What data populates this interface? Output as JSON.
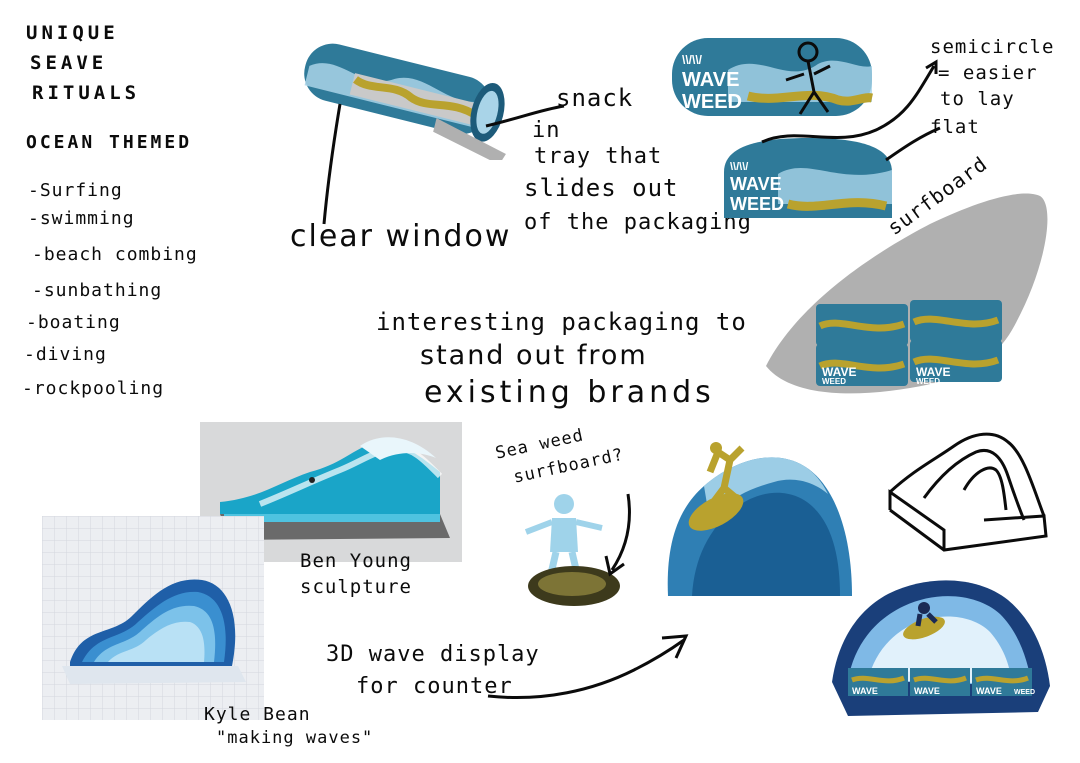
{
  "notes": {
    "title_line1": "UNIQUE",
    "title_line2": "SEAVE",
    "title_line3": "RITUALS",
    "subtitle": "OCEAN THEMED",
    "list": [
      "-Surfing",
      "-swimming",
      "-beach combing",
      "-sunbathing",
      "-boating",
      "-diving",
      "-rockpooling"
    ]
  },
  "annotations": {
    "snack_line1": "snack",
    "snack_line2": "in",
    "snack_line3": "tray that",
    "snack_line4": "slides out",
    "snack_line5": "of the packaging",
    "clear_window": "clear window",
    "semicircle_line1": "semicircle",
    "semicircle_line2": "= easier",
    "semicircle_line3": "to lay",
    "semicircle_line4": "flat",
    "surfboard": "surfboard",
    "interesting_line1": "interesting packaging to",
    "interesting_line2": "stand out from",
    "interesting_line3": "existing brands",
    "seaweed_line1": "Sea weed",
    "seaweed_line2": "surfboard?",
    "ben_young_line1": "Ben Young",
    "ben_young_line2": "sculpture",
    "display_line1": "3D wave display",
    "display_line2": "for counter",
    "kyle_line1": "Kyle Bean",
    "kyle_line2": "\"making waves\""
  },
  "brand": {
    "logo_mark": "\\\\/\\\\/",
    "name_line1": "WAVE",
    "name_line2": "WEED"
  },
  "colors": {
    "pack_teal": "#2f7a99",
    "pack_dark": "#1d5b7a",
    "wave_light": "#a9d4e8",
    "seaweed_gold": "#b9a22e",
    "tray_grey": "#b0b0b0",
    "ink": "#0b0b0b",
    "figure_blue": "#9fd3ea"
  }
}
